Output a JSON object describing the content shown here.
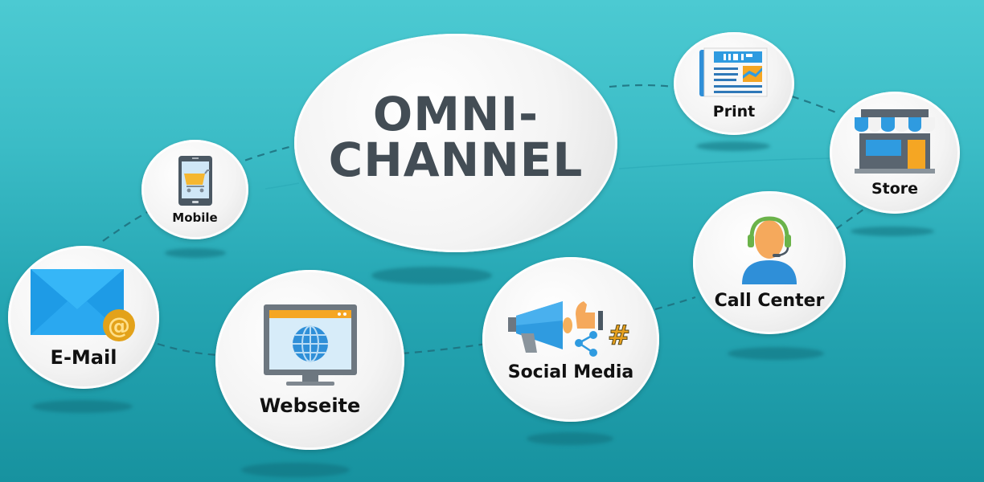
{
  "hub": {
    "line1": "OMNI-",
    "line2": "CHANNEL"
  },
  "channels": [
    {
      "id": "print",
      "label": "Print",
      "icon": "newspaper-icon"
    },
    {
      "id": "store",
      "label": "Store",
      "icon": "storefront-icon"
    },
    {
      "id": "mobile",
      "label": "Mobile",
      "icon": "smartphone-cart-icon"
    },
    {
      "id": "email",
      "label": "E-Mail",
      "icon": "envelope-at-icon"
    },
    {
      "id": "webseite",
      "label": "Webseite",
      "icon": "monitor-globe-icon"
    },
    {
      "id": "social",
      "label": "Social Media",
      "icon": "megaphone-like-share-hashtag-icon"
    },
    {
      "id": "callcenter",
      "label": "Call Center",
      "icon": "headset-agent-icon"
    }
  ],
  "colors": {
    "background_top": "#4ccad2",
    "background_bottom": "#17929f",
    "hub_text": "#434d55",
    "label_text": "#111111",
    "accent_blue": "#2f9be0",
    "accent_orange": "#f5a623",
    "accent_green": "#6bb34a",
    "dashed_link": "#1c6e7a"
  }
}
